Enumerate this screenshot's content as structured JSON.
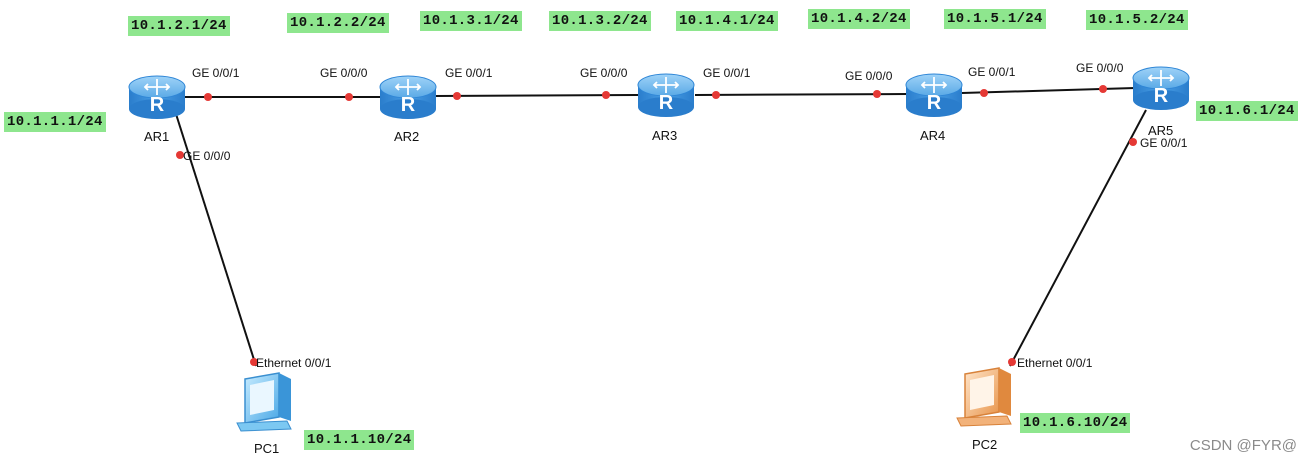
{
  "devices": {
    "ar1": "AR1",
    "ar2": "AR2",
    "ar3": "AR3",
    "ar4": "AR4",
    "ar5": "AR5",
    "pc1": "PC1",
    "pc2": "PC2"
  },
  "router_glyph": "R",
  "ports": {
    "ar1_ge001": "GE 0/0/1",
    "ar1_ge000": "GE 0/0/0",
    "ar2_ge000": "GE 0/0/0",
    "ar2_ge001": "GE 0/0/1",
    "ar3_ge000": "GE 0/0/0",
    "ar3_ge001": "GE 0/0/1",
    "ar4_ge000": "GE 0/0/0",
    "ar4_ge001": "GE 0/0/1",
    "ar5_ge000": "GE 0/0/0",
    "ar5_ge001": "GE 0/0/1",
    "pc1_eth": "Ethernet 0/0/1",
    "pc2_eth": "Ethernet 0/0/1"
  },
  "ips": {
    "ar1_ge001": "10.1.2.1/24",
    "ar2_ge000": "10.1.2.2/24",
    "ar2_ge001": "10.1.3.1/24",
    "ar3_ge000": "10.1.3.2/24",
    "ar3_ge001": "10.1.4.1/24",
    "ar4_ge000": "10.1.4.2/24",
    "ar4_ge001": "10.1.5.1/24",
    "ar5_ge000": "10.1.5.2/24",
    "ar1_ge000": "10.1.1.1/24",
    "ar5_ge001": "10.1.6.1/24",
    "pc1": "10.1.1.10/24",
    "pc2": "10.1.6.10/24"
  },
  "watermark": "CSDN @FYR@",
  "colors": {
    "label_bg": "#8ee68e",
    "link": "#111111",
    "port_dot": "#e53935",
    "router_top": "#6fb8f0",
    "router_body": "#2f86d6",
    "pc1": "#7cc8f2",
    "pc2": "#f2b27a"
  }
}
